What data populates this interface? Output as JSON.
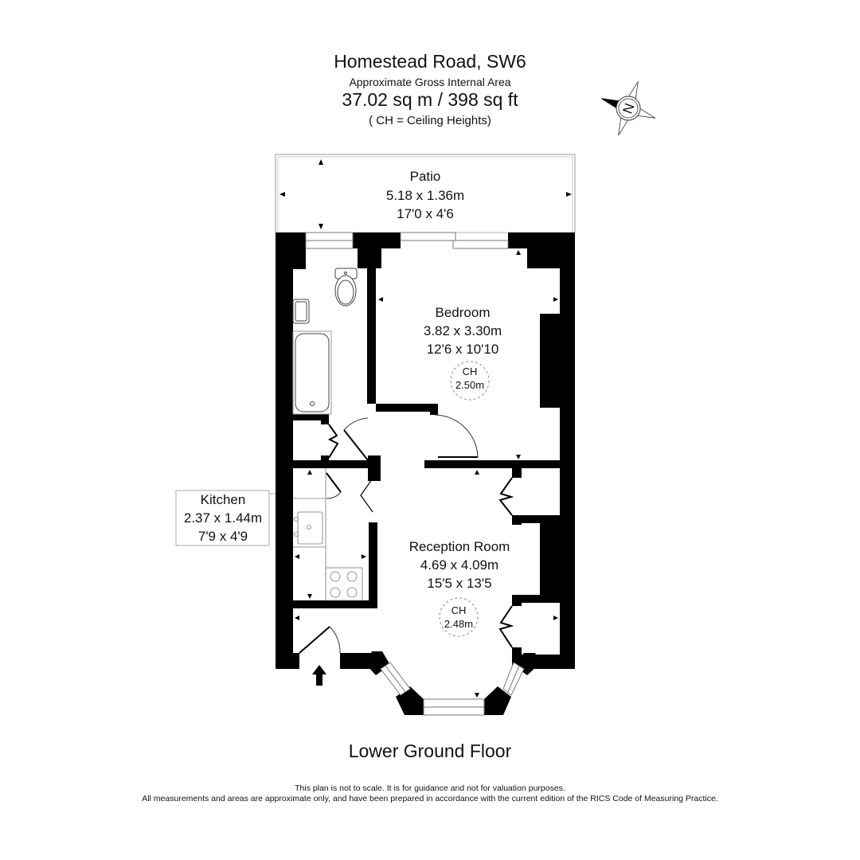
{
  "header": {
    "title": "Homestead Road, SW6",
    "subtitle": "Approximate Gross Internal Area",
    "area": "37.02 sq m /  398 sq ft",
    "ch_note": "( CH = Ceiling Heights)"
  },
  "compass": {
    "icon": "north-compass-icon",
    "label": "N"
  },
  "rooms": {
    "patio": {
      "name": "Patio",
      "metric": "5.18 x 1.36m",
      "imperial": "17'0 x 4'6"
    },
    "bedroom": {
      "name": "Bedroom",
      "metric": "3.82 x 3.30m",
      "imperial": "12'6 x 10'10",
      "ch_label": "CH",
      "ch_value": "2.50m"
    },
    "kitchen": {
      "name": "Kitchen",
      "metric": "2.37 x 1.44m",
      "imperial": "7'9 x 4'9"
    },
    "reception": {
      "name": "Reception Room",
      "metric": "4.69 x 4.09m",
      "imperial": "15'5 x 13'5",
      "ch_label": "CH",
      "ch_value": "2.48m"
    }
  },
  "floor_label": "Lower Ground Floor",
  "footer": {
    "line1": "This plan is not to scale. It is for guidance and not for valuation purposes.",
    "line2": "All measurements and areas are approximate only, and have been prepared in accordance with the current edition of the RICS Code of Measuring Practice."
  },
  "colors": {
    "wall": "#000000",
    "background": "#ffffff",
    "fixture_line": "#555555",
    "dashed_circle": "#888888"
  }
}
